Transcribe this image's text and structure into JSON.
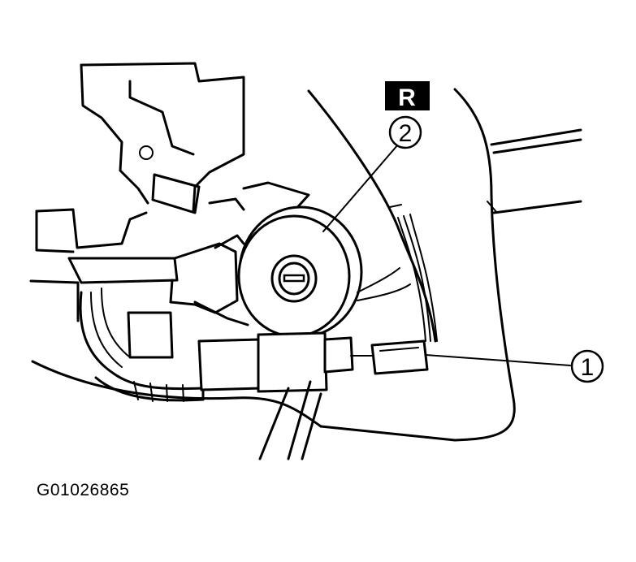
{
  "figure": {
    "id": "G01026865",
    "badge": "R",
    "callouts": [
      {
        "number": "1"
      },
      {
        "number": "2"
      }
    ]
  },
  "colors": {
    "line": "#000000",
    "background": "#ffffff",
    "badge_fill": "#000000",
    "badge_text": "#ffffff"
  }
}
